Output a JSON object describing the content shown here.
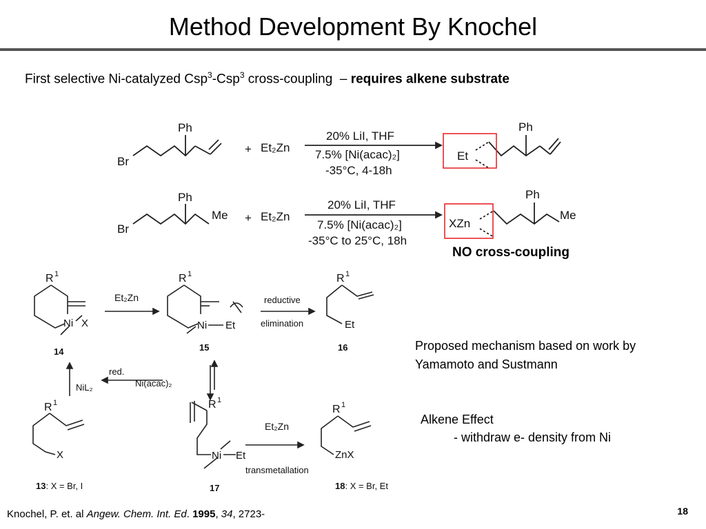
{
  "title": "Method Development By Knochel",
  "subtitle": {
    "prefix": "First selective Ni-catalyzed Csp",
    "sup1": "3",
    "mid": "-Csp",
    "sup2": "3",
    "suffix": " cross-coupling  – ",
    "emphasis": "requires alkene substrate"
  },
  "reaction1": {
    "sm_br": "Br",
    "sm_ph": "Ph",
    "plus": "+",
    "reagent": "Et₂Zn",
    "cond1": "20% LiI, THF",
    "cond2": "7.5% [Ni(acac)₂]",
    "cond3": "-35°C, 4-18h",
    "prod_boxed": "Et",
    "prod_ph": "Ph"
  },
  "reaction2": {
    "sm_br": "Br",
    "sm_ph": "Ph",
    "sm_me": "Me",
    "plus": "+",
    "reagent": "Et₂Zn",
    "cond1": "20% LiI, THF",
    "cond2": "7.5% [Ni(acac)₂]",
    "cond3": "-35°C to 25°C, 18h",
    "prod_boxed": "XZn",
    "prod_ph": "Ph",
    "prod_me": "Me"
  },
  "no_coupling": "NO cross-coupling",
  "mechanism": {
    "c14": {
      "r": "R",
      "sup": "1",
      "ni": "Ni",
      "x": "X",
      "num": "14"
    },
    "arrow_14_15": "Et₂Zn",
    "c15": {
      "r": "R",
      "sup": "1",
      "ni": "Ni",
      "et": "Et",
      "num": "15"
    },
    "arrow_15_16_top": "reductive",
    "arrow_15_16_bottom": "elimination",
    "c16": {
      "r": "R",
      "sup": "1",
      "et": "Et",
      "num": "16"
    },
    "arrow_red_top": "red.",
    "arrow_red_label": "Ni(acac)₂",
    "nil2": "NiL₂",
    "c13": {
      "r": "R",
      "sup": "1",
      "x": "X",
      "label_num": "13",
      "label_rest": ": X = Br, I"
    },
    "c17": {
      "r": "R",
      "sup": "1",
      "ni": "Ni",
      "et": "Et",
      "num": "17"
    },
    "arrow_17_18_top": "Et₂Zn",
    "arrow_17_18_bottom": "transmetallation",
    "c18": {
      "r": "R",
      "sup": "1",
      "znx": "ZnX",
      "label_num": "18",
      "label_rest": ": X = Br, Et"
    }
  },
  "mechanism_note": "Proposed mechanism based on work by Yamamoto and Sustmann",
  "alkene_effect": {
    "heading": "Alkene Effect",
    "point": "- withdraw e- density from Ni"
  },
  "reference": {
    "authors": "Knochel, P. et. al ",
    "journal": "Angew. Chem. Int. Ed",
    "sep1": ". ",
    "year": "1995",
    "sep2": ", ",
    "volume": "34",
    "pages": ", 2723-"
  },
  "page_number": "18",
  "colors": {
    "highlight_box": "#e8282a",
    "title_rule": "#555555"
  }
}
